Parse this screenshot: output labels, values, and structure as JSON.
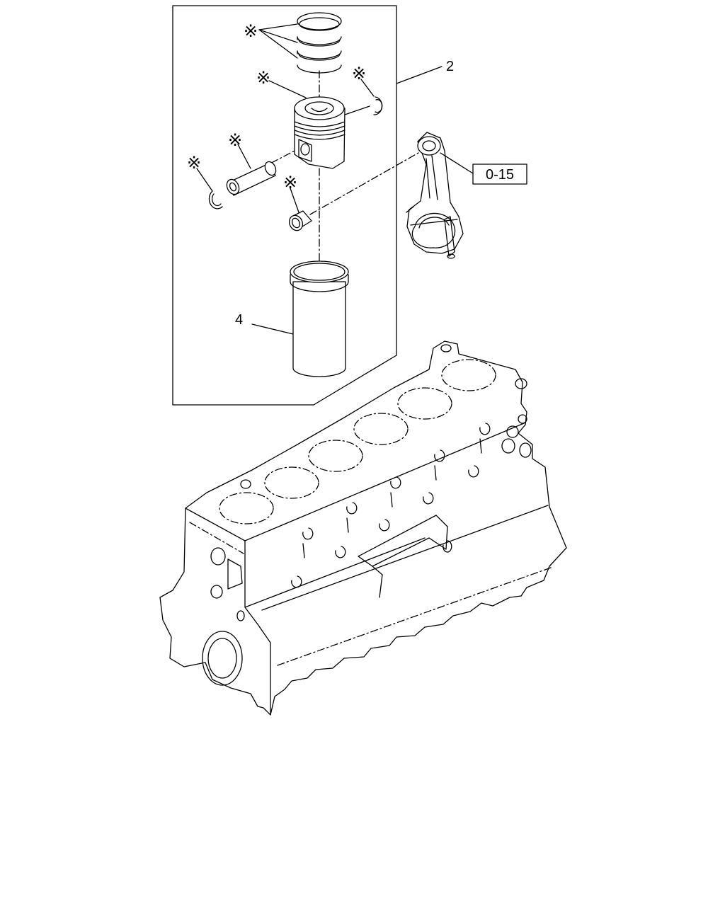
{
  "labels": {
    "assembly": "2",
    "liner": "4",
    "reference": "0-15",
    "asterisk": "※"
  },
  "colors": {
    "line": "#000000",
    "background": "#ffffff"
  }
}
